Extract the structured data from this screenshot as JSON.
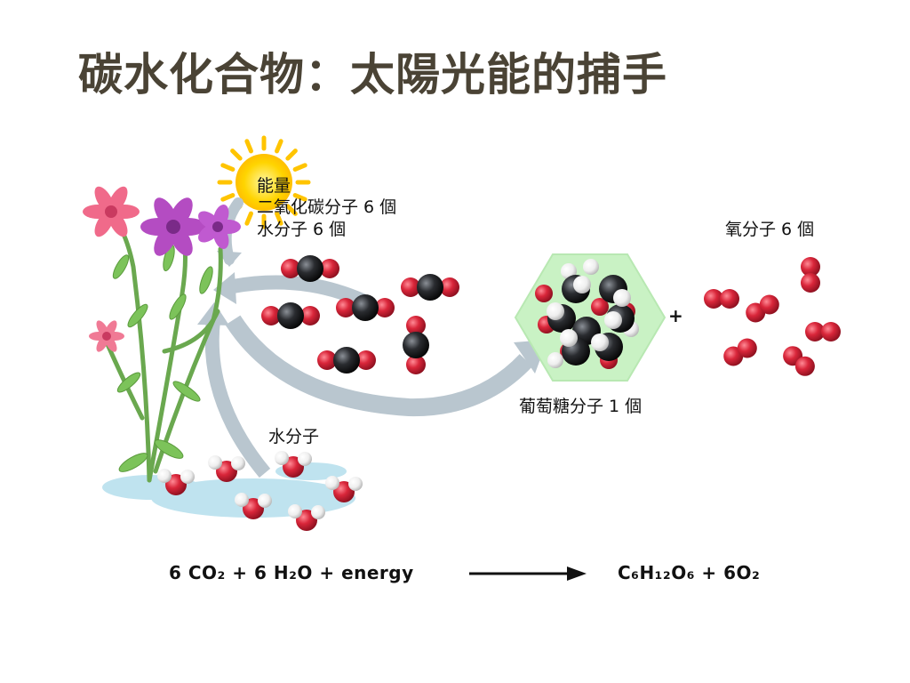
{
  "slide": {
    "title": "碳水化合物：太陽光能的捕手"
  },
  "diagram": {
    "labels": {
      "energy": "能量",
      "co2": "二氧化碳分子 6 個",
      "water_top": "水分子 6 個",
      "oxygen": "氧分子 6 個",
      "glucose": "葡萄糖分子 1 個",
      "water_bottom": "水分子",
      "plus": "+"
    },
    "equation": {
      "reactants": "6 CO₂ + 6 H₂O + energy",
      "products": "C₆H₁₂O₆ + 6O₂"
    },
    "colors": {
      "oxygen_atom": "#d9263a",
      "carbon_atom": "#1e1e1e",
      "hydrogen_atom": "#f2f2f2",
      "sun": "#ffd400",
      "arrow": "#b9c6cf",
      "glucose_hex": "#c9f2c4",
      "water_puddle": "#bfe3ef",
      "petal_pink": "#f06a8a",
      "petal_purple": "#b44cc2",
      "stem": "#6aa84f"
    }
  }
}
